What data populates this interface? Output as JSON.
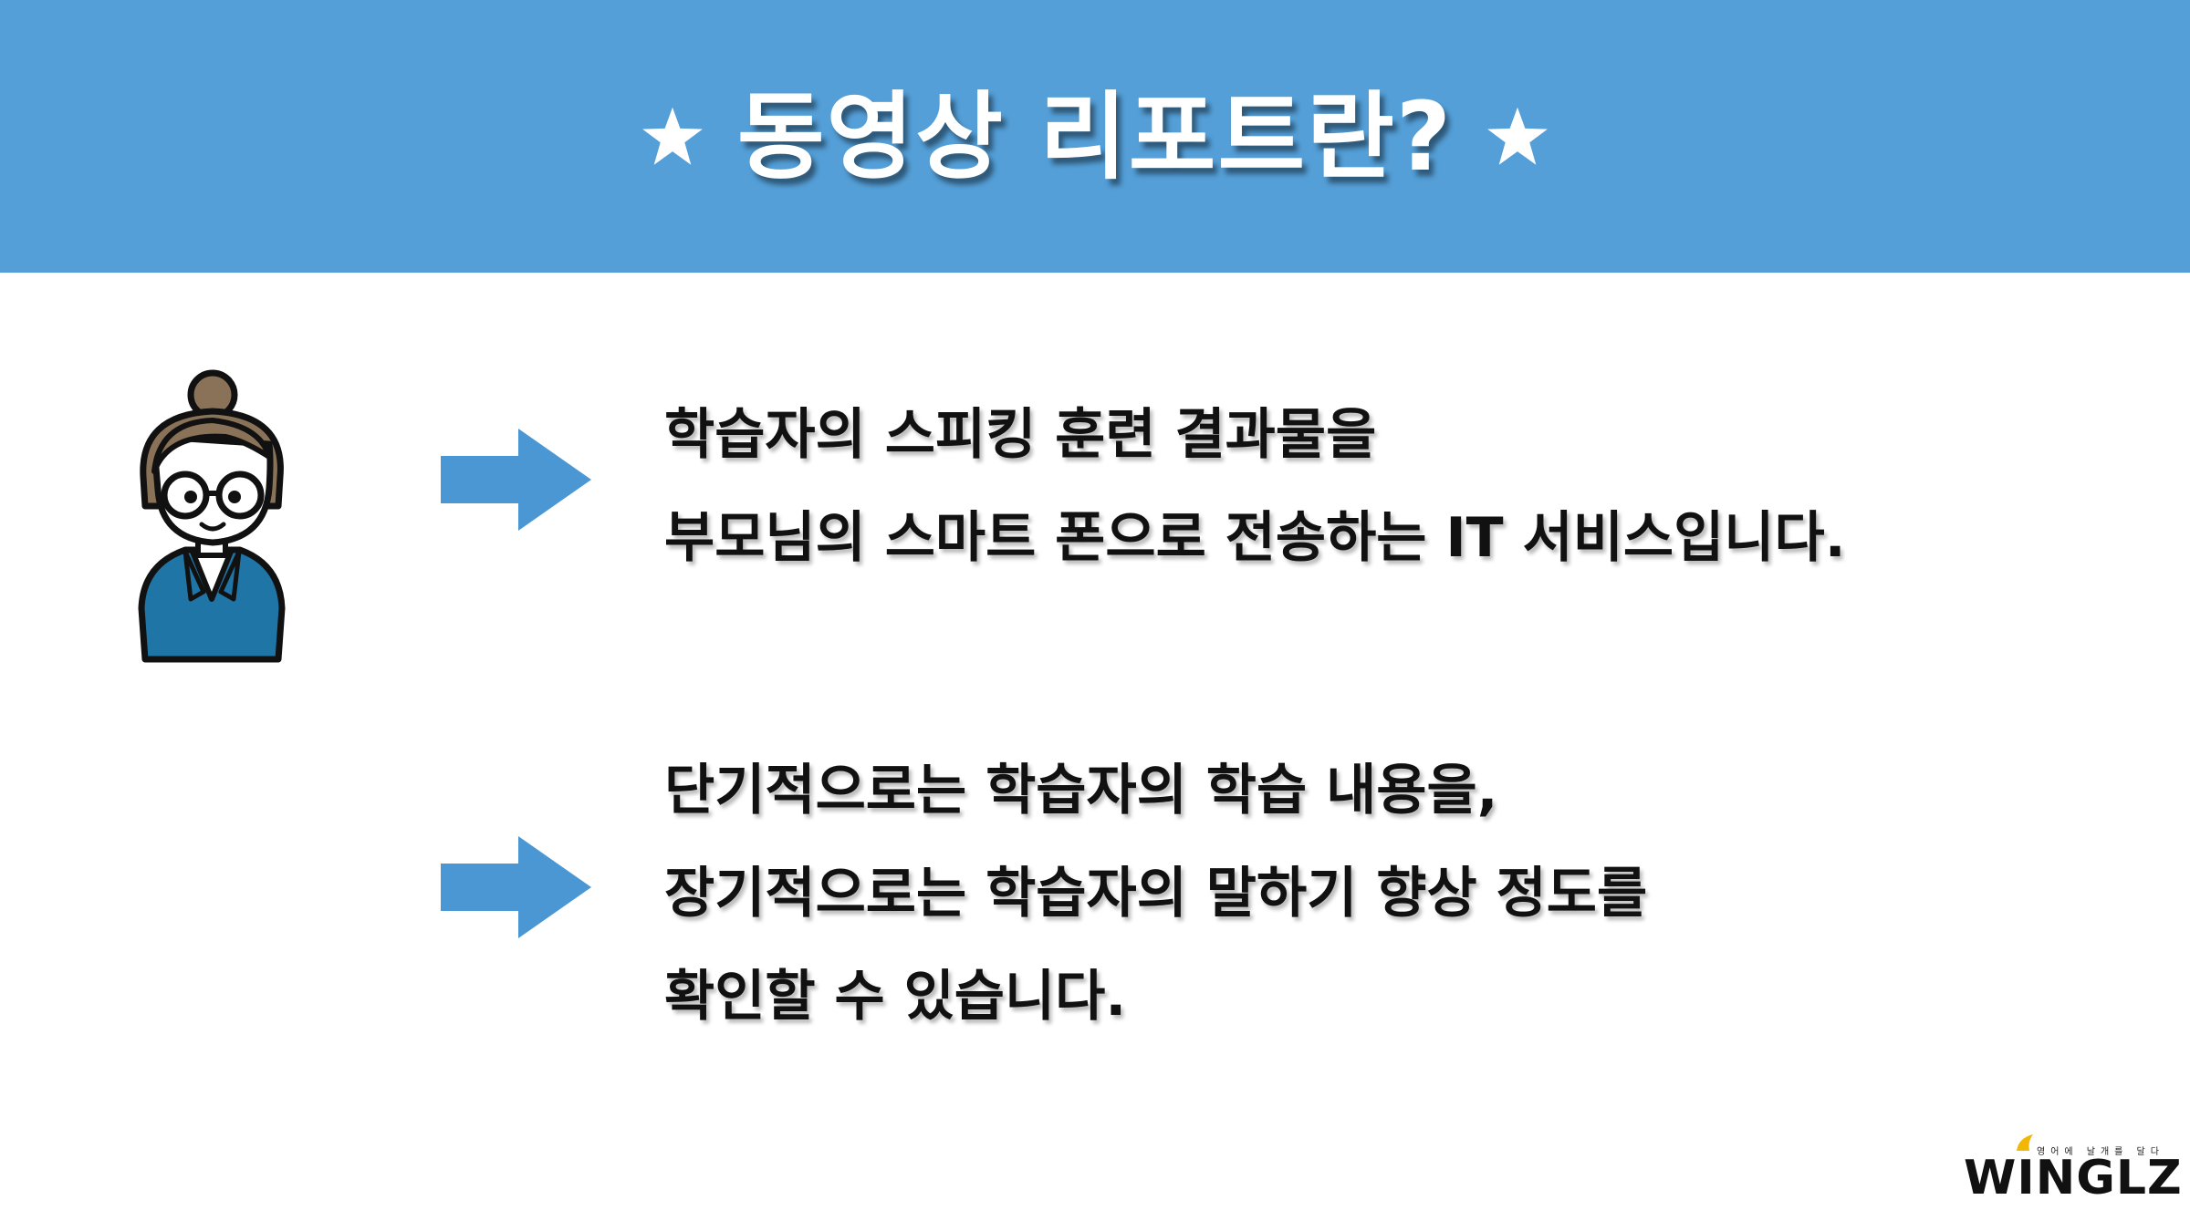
{
  "colors": {
    "header_background": "#549fd8",
    "arrow": "#4a97d4",
    "text": "#111111",
    "avatar_hair": "#8a7258",
    "avatar_suit": "#1f75a6",
    "logo_mark": "#f2b705"
  },
  "header": {
    "title": "동영상 리포트란?",
    "left_icon": "star-icon",
    "right_icon": "star-icon"
  },
  "avatar": {
    "icon": "teacher-avatar-icon"
  },
  "sections": [
    {
      "icon": "arrow-right-icon",
      "lines": [
        "학습자의 스피킹 훈련 결과물을",
        "부모님의 스마트 폰으로 전송하는 IT 서비스입니다."
      ]
    },
    {
      "icon": "arrow-right-icon",
      "lines": [
        "단기적으로는 학습자의 학습 내용을,",
        "장기적으로는 학습자의 말하기 향상 정도를",
        "확인할 수 있습니다."
      ]
    }
  ],
  "logo": {
    "tagline": "영어에 날개를 달다",
    "wordmark": "WINGLZ"
  }
}
